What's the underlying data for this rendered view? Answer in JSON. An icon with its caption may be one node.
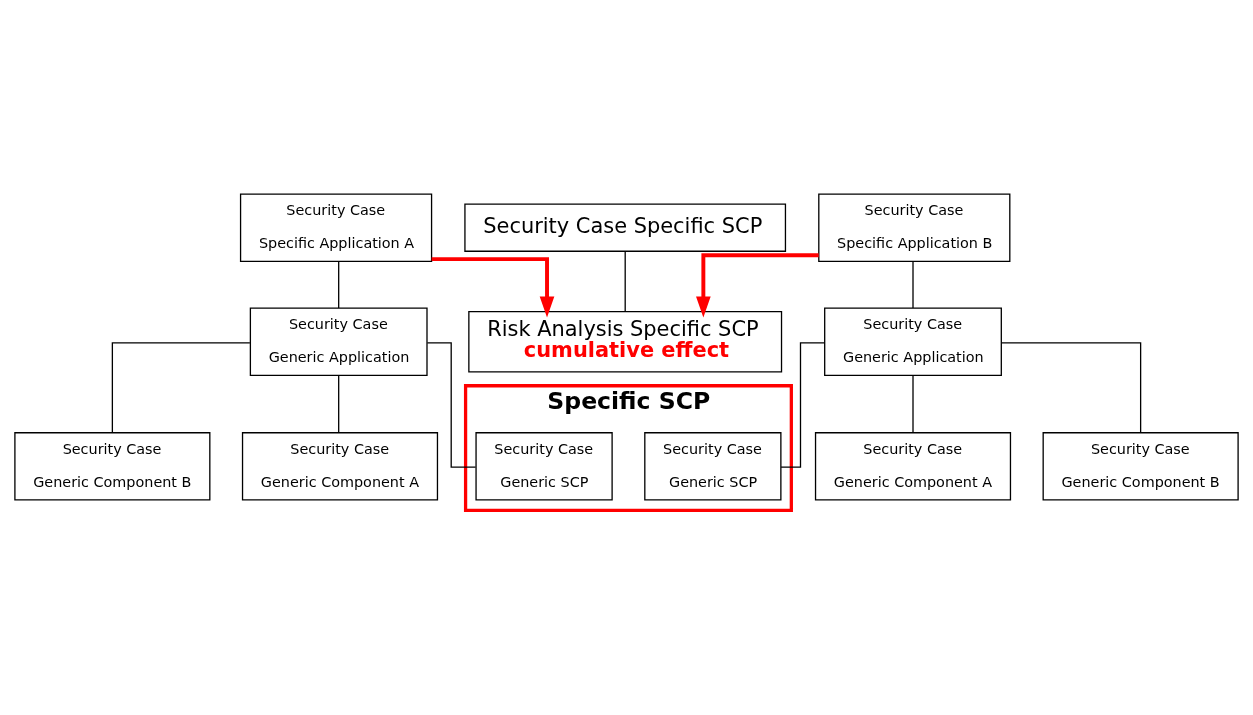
{
  "diagram": {
    "nodes": [
      {
        "text": [
          "Security Case Specific SCP"
        ]
      },
      {
        "text": [
          "Risk Analysis Specific SCP",
          "cumulative effect"
        ]
      },
      {
        "text": [
          "Security Case",
          "Specific Application A"
        ]
      },
      {
        "text": [
          "Security Case",
          "Generic Application"
        ]
      },
      {
        "text": [
          "Security Case",
          "Generic Component A"
        ]
      },
      {
        "text": [
          "Security Case",
          "Generic Component B"
        ]
      },
      {
        "text": [
          "Specific SCP"
        ]
      },
      {
        "text": [
          "Security Case",
          "Generic SCP"
        ],
        "in": 6
      },
      {
        "text": [
          "Security Case",
          "Generic SCP"
        ],
        "in": 6
      },
      {
        "text": [
          "Security Case",
          "Specific Application B"
        ]
      },
      {
        "text": [
          "Security Case",
          "Generic Application"
        ]
      },
      {
        "text": [
          "Security Case",
          "Generic Component B"
        ]
      },
      {
        "text": [
          "Security Case",
          "Generic Component A"
        ]
      }
    ],
    "edges": [
      {
        "from": 0,
        "to": 1,
        "arrow": "none"
      },
      {
        "from": 2,
        "to": 1,
        "arrow": "to",
        "style": "thick",
        "color": "#ff0000"
      },
      {
        "from": 9,
        "to": 1,
        "arrow": "to",
        "style": "thick",
        "color": "#ff0000"
      },
      {
        "from": 2,
        "to": 3,
        "arrow": "none"
      },
      {
        "from": 3,
        "to": 4,
        "arrow": "none"
      },
      {
        "from": 3,
        "to": 5,
        "arrow": "none"
      },
      {
        "from": 3,
        "to": 7,
        "arrow": "none"
      },
      {
        "from": 9,
        "to": 10,
        "arrow": "none"
      },
      {
        "from": 10,
        "to": 8,
        "arrow": "none"
      },
      {
        "from": 10,
        "to": 11,
        "arrow": "none"
      },
      {
        "from": 10,
        "to": 12,
        "arrow": "none"
      }
    ]
  }
}
